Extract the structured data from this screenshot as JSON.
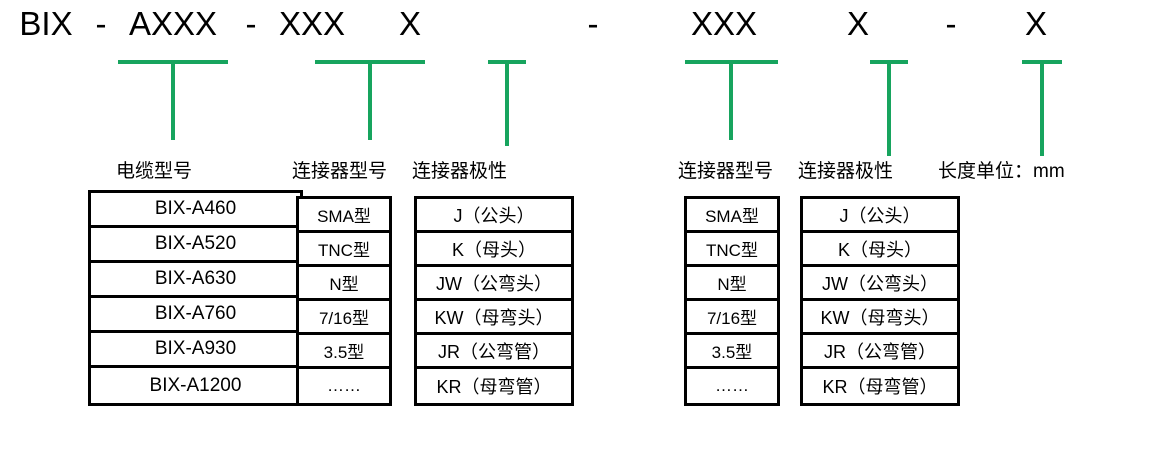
{
  "colors": {
    "line_green": "#17a45e",
    "text": "#000000",
    "background": "#ffffff"
  },
  "code": {
    "segments": [
      {
        "text": "BIX"
      },
      {
        "text": "-"
      },
      {
        "text": "AXXX"
      },
      {
        "text": "-"
      },
      {
        "text": "XXX"
      },
      {
        "text": "X"
      },
      {
        "text": "-"
      },
      {
        "text": "XXX"
      },
      {
        "text": "X"
      },
      {
        "text": "-"
      },
      {
        "text": "X"
      }
    ]
  },
  "captions": {
    "cable_model": "电缆型号",
    "connector_model_1": "连接器型号",
    "connector_polarity_1": "连接器极性",
    "connector_model_2": "连接器型号",
    "connector_polarity_2": "连接器极性",
    "length_unit": "长度单位：mm"
  },
  "tables": {
    "cable_model": [
      "BIX-A460",
      "BIX-A520",
      "BIX-A630",
      "BIX-A760",
      "BIX-A930",
      "BIX-A1200"
    ],
    "connector_model_1": [
      "SMA型",
      "TNC型",
      "N型",
      "7/16型",
      "3.5型",
      "……"
    ],
    "connector_polarity_1": [
      "J（公头）",
      "K（母头）",
      "JW（公弯头）",
      "KW（母弯头）",
      "JR（公弯管）",
      "KR（母弯管）"
    ],
    "connector_model_2": [
      "SMA型",
      "TNC型",
      "N型",
      "7/16型",
      "3.5型",
      "……"
    ],
    "connector_polarity_2": [
      "J（公头）",
      "K（母头）",
      "JW（公弯头）",
      "KW（母弯头）",
      "JR（公弯管）",
      "KR（母弯管）"
    ]
  }
}
